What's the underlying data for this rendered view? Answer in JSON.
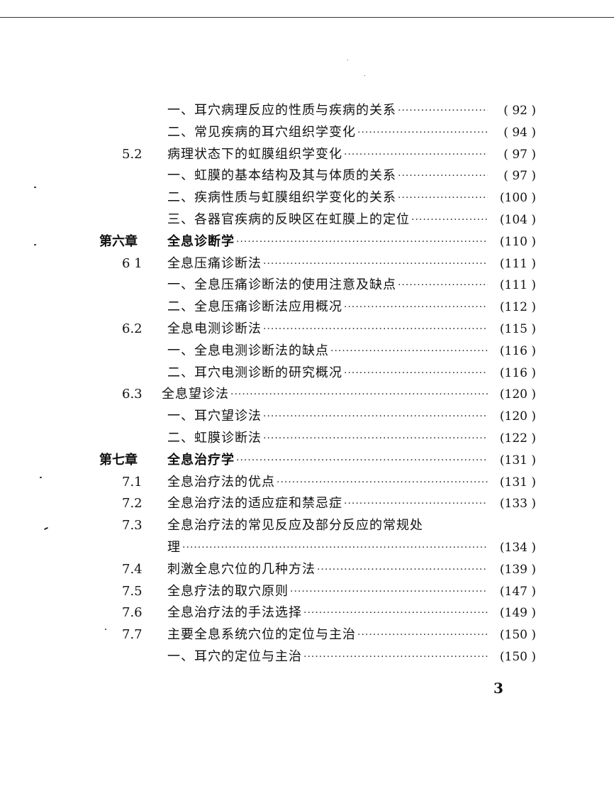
{
  "toc": [
    {
      "num": "",
      "title": "一、耳穴病理反应的性质与疾病的关系",
      "page": "( 92 )",
      "bold": false
    },
    {
      "num": "",
      "title": "二、常见疾病的耳穴组织学变化",
      "page": "( 94 )",
      "bold": false
    },
    {
      "num": "5.2",
      "title": "病理状态下的虹膜组织学变化",
      "page": "( 97 )",
      "bold": false
    },
    {
      "num": "",
      "title": "一、虹膜的基本结构及其与体质的关系",
      "page": "( 97 )",
      "bold": false
    },
    {
      "num": "",
      "title": "二、疾病性质与虹膜组织学变化的关系",
      "page": "(100 )",
      "bold": false
    },
    {
      "num": "",
      "title": "三、各器官疾病的反映区在虹膜上的定位",
      "page": "(104 )",
      "bold": false
    },
    {
      "num": "第六章",
      "title": "全息诊断学",
      "page": "(110 )",
      "bold": true
    },
    {
      "num": "6 1",
      "title": "全息压痛诊断法",
      "page": "(111 )",
      "bold": false
    },
    {
      "num": "",
      "title": "一、全息压痛诊断法的使用注意及缺点",
      "page": "(111 )",
      "bold": false
    },
    {
      "num": "",
      "title": "二、全息压痛诊断法应用概况",
      "page": "(112 )",
      "bold": false
    },
    {
      "num": "6.2",
      "title": "全息电测诊断法",
      "page": "(115 )",
      "bold": false
    },
    {
      "num": "",
      "title": "一、全息电测诊断法的缺点",
      "page": "(116 )",
      "bold": false
    },
    {
      "num": "",
      "title": "二、耳穴电测诊断的研究概况",
      "page": "(116 )",
      "bold": false
    },
    {
      "num": "6.3",
      "title": "全息望诊法",
      "page": "(120 )",
      "bold": false
    },
    {
      "num": "",
      "title": "一、耳穴望诊法",
      "page": "(120 )",
      "bold": false
    },
    {
      "num": "",
      "title": "二、虹膜诊断法",
      "page": "(122 )",
      "bold": false
    },
    {
      "num": "第七章",
      "title": "全息治疗学",
      "page": "(131 )",
      "bold": true
    },
    {
      "num": "7.1",
      "title": "全息治疗法的优点",
      "page": "(131 )",
      "bold": false
    },
    {
      "num": "7.2",
      "title": "全息治疗法的适应症和禁忌症",
      "page": "(133 )",
      "bold": false
    },
    {
      "num": "7.3",
      "title": "全息治疗法的常见反应及部分反应的常规处",
      "page": "",
      "bold": false
    },
    {
      "num": "",
      "title": "理",
      "page": "(134 )",
      "bold": false
    },
    {
      "num": "7.4",
      "title": "刺激全息穴位的几种方法",
      "page": "(139 )",
      "bold": false
    },
    {
      "num": "7.5",
      "title": "全息疗法的取穴原则",
      "page": "(147 )",
      "bold": false
    },
    {
      "num": "7.6",
      "title": "全息治疗法的手法选择",
      "page": "(149 )",
      "bold": false
    },
    {
      "num": "7.7",
      "title": "主要全息系统穴位的定位与主治",
      "page": "(150 )",
      "bold": false
    },
    {
      "num": "",
      "title": "一、耳穴的定位与主治",
      "page": "(150 )",
      "bold": false
    }
  ],
  "page_number": "3"
}
